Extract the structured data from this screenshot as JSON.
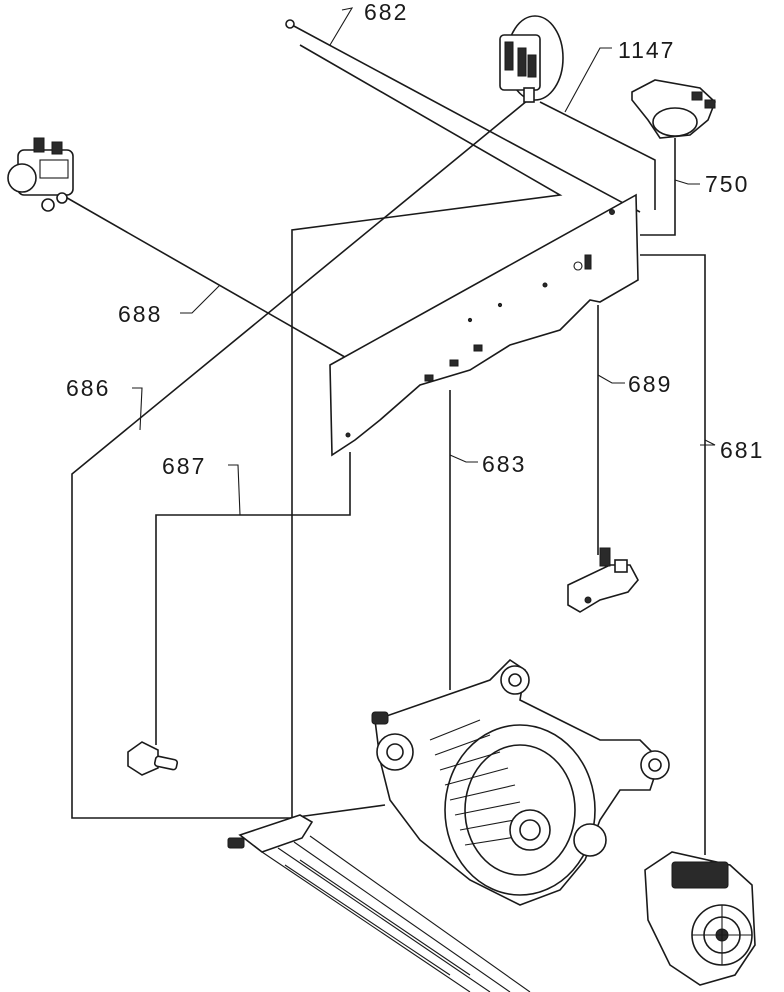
{
  "labels": {
    "l682": "682",
    "l1147": "1147",
    "l750": "750",
    "l688": "688",
    "l686": "686",
    "l689": "689",
    "l687": "687",
    "l683": "683",
    "l681": "681"
  }
}
